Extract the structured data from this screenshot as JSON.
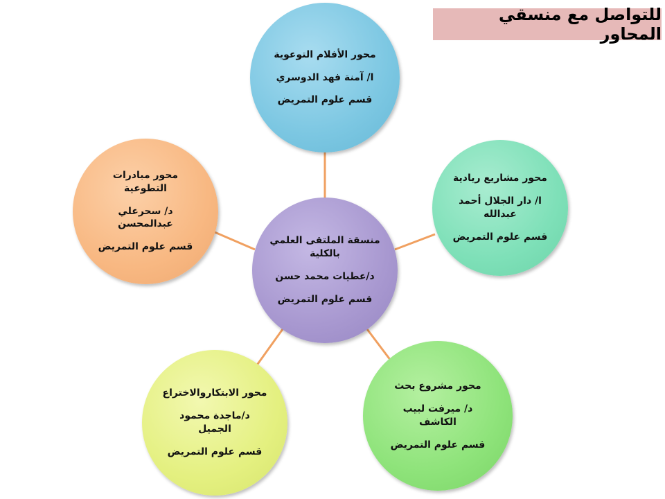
{
  "title": "للتواصل مع منسقي المحاور",
  "center": {
    "lines": [
      "منسقة الملتقى العلمي بالكلية",
      "د/عطيات محمد حسن",
      "قسم علوم التمريض"
    ]
  },
  "nodes": {
    "top": {
      "lines": [
        "محور الأفلام التوعوية",
        "ا/ آمنة فهد الدوسري",
        "قسم علوم التمريض"
      ]
    },
    "right": {
      "lines": [
        "محور مشاريع ريادية",
        "ا/ دار الجلال أحمد عبدالله",
        "قسم علوم التمريض"
      ]
    },
    "bottom_right": {
      "lines": [
        "محور مشروع بحث",
        "د/ ميرفت لبيب الكاشف",
        "قسم علوم التمريض"
      ]
    },
    "bottom_left": {
      "lines": [
        "محور الابتكاروالاختراع",
        "د/ماجدة محمود الجميل",
        "قسم علوم التمريض"
      ]
    },
    "left": {
      "lines": [
        "محور مبادرات التطوعية",
        "د/ سحرعلي عبدالمحسن",
        "قسم علوم التمريض"
      ]
    }
  },
  "colors": {
    "connector": "#f0a060",
    "title_bg": "#e6b9b8"
  }
}
